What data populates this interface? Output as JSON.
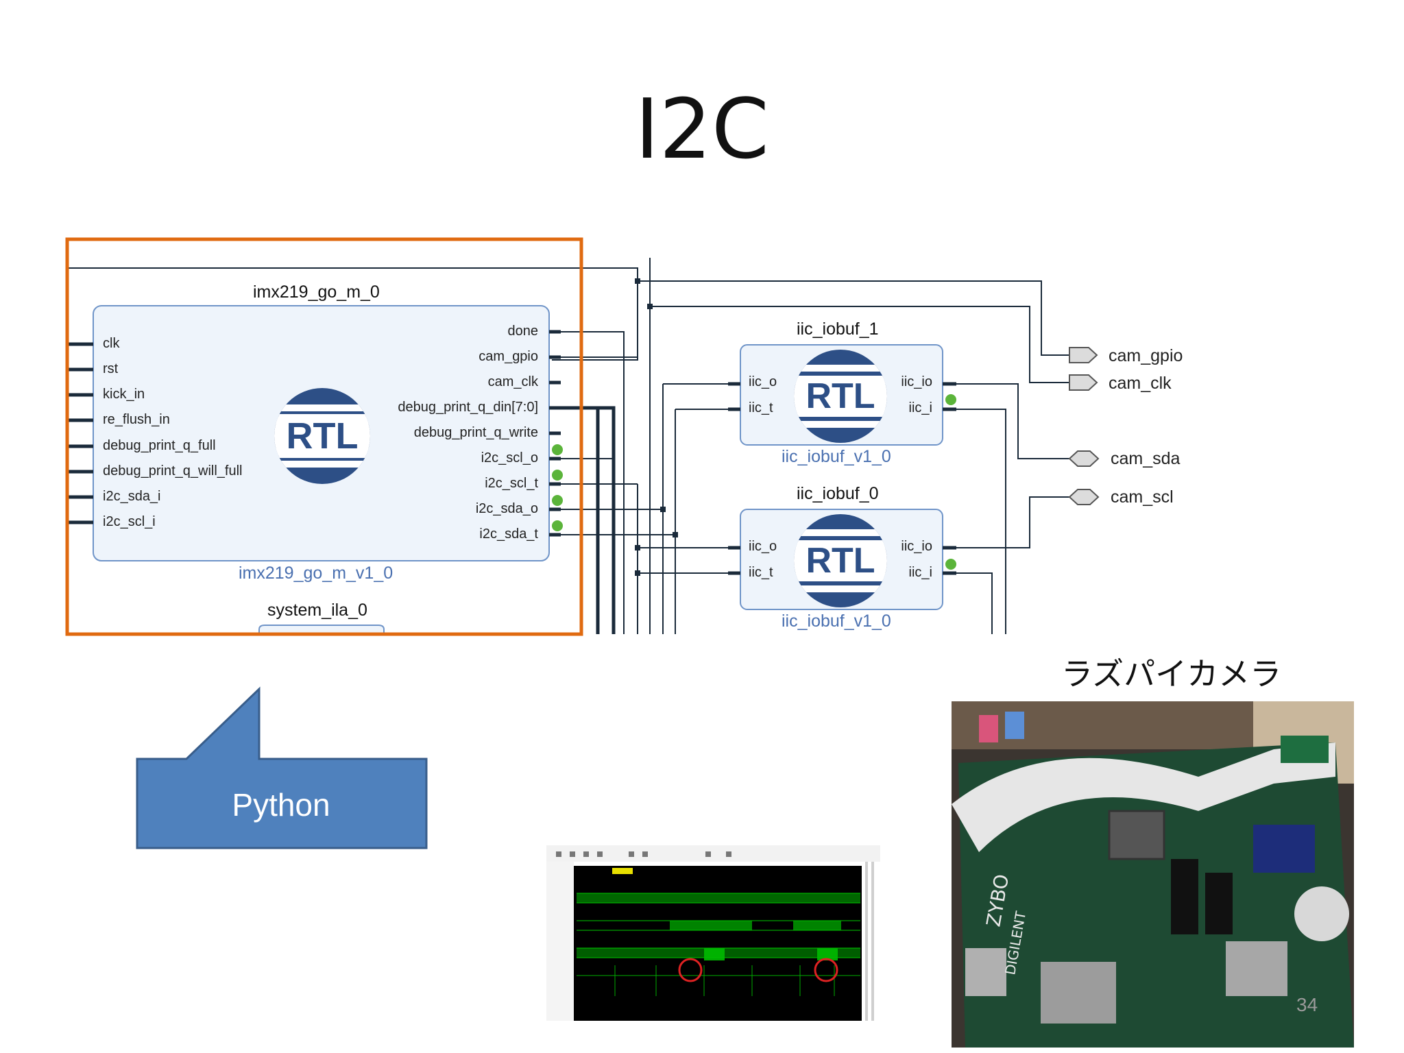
{
  "slide": {
    "title": "I2C",
    "page_number": "34",
    "colors": {
      "highlight_border": "#e06a10",
      "callout_fill": "#4f81bd",
      "callout_border": "#385d8a",
      "block_fill": "#eef4fb",
      "block_border": "#6f94c8",
      "rtl_logo": "#2d4f86",
      "wire": "#1a2a3a"
    }
  },
  "diagram": {
    "main_block": {
      "name": "imx219_go_m_0",
      "vlnv": "imx219_go_m_v1_0",
      "logo_text": "RTL",
      "inputs": [
        "clk",
        "rst",
        "kick_in",
        "re_flush_in",
        "debug_print_q_full",
        "debug_print_q_will_full",
        "i2c_sda_i",
        "i2c_scl_i"
      ],
      "outputs": [
        "done",
        "cam_gpio",
        "cam_clk",
        "debug_print_q_din[7:0]",
        "debug_print_q_write",
        "i2c_scl_o",
        "i2c_scl_t",
        "i2c_sda_o",
        "i2c_sda_t"
      ]
    },
    "iobuf_1": {
      "name": "iic_iobuf_1",
      "vlnv": "iic_iobuf_v1_0",
      "logo_text": "RTL",
      "inputs": [
        "iic_o",
        "iic_t"
      ],
      "outputs": [
        "iic_io",
        "iic_i"
      ]
    },
    "iobuf_0": {
      "name": "iic_iobuf_0",
      "vlnv": "iic_iobuf_v1_0",
      "logo_text": "RTL",
      "inputs": [
        "iic_o",
        "iic_t"
      ],
      "outputs": [
        "iic_io",
        "iic_i"
      ]
    },
    "ila_block": {
      "name": "system_ila_0"
    },
    "external_ports": [
      "cam_gpio",
      "cam_clk",
      "cam_sda",
      "cam_scl"
    ]
  },
  "callout": {
    "label": "Python",
    "icon": "speech-callout-shape"
  },
  "camera": {
    "label": "ラズパイカメラ"
  }
}
